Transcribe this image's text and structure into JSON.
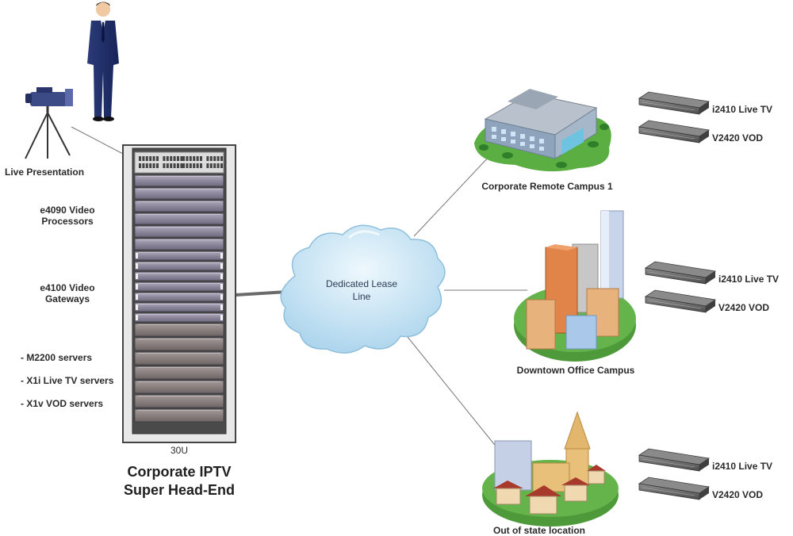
{
  "presenter": {
    "label": "Live Presentation"
  },
  "headend": {
    "rack_units": "30U",
    "title_line1": "Corporate IPTV",
    "title_line2": "Super Head-End",
    "labels": {
      "processors": [
        "e4090 Video",
        "Processors"
      ],
      "gateways": [
        "e4100 Video",
        "Gateways"
      ],
      "servers": [
        "- M2200 servers",
        "- X1i Live TV servers",
        "- X1v VOD servers"
      ]
    }
  },
  "network": {
    "cloud_label": [
      "Dedicated Lease",
      "Line"
    ],
    "colors": {
      "cloud": "#bfe0f2",
      "link": "#707070"
    }
  },
  "sites": [
    {
      "name": "Corporate Remote Campus 1",
      "devices": [
        "i2410 Live TV",
        "V2420 VOD"
      ]
    },
    {
      "name": "Downtown Office Campus",
      "devices": [
        "i2410 Live TV",
        "V2420 VOD"
      ]
    },
    {
      "name": "Out of state location",
      "devices": [
        "i2410 Live TV",
        "V2420 VOD"
      ]
    }
  ]
}
